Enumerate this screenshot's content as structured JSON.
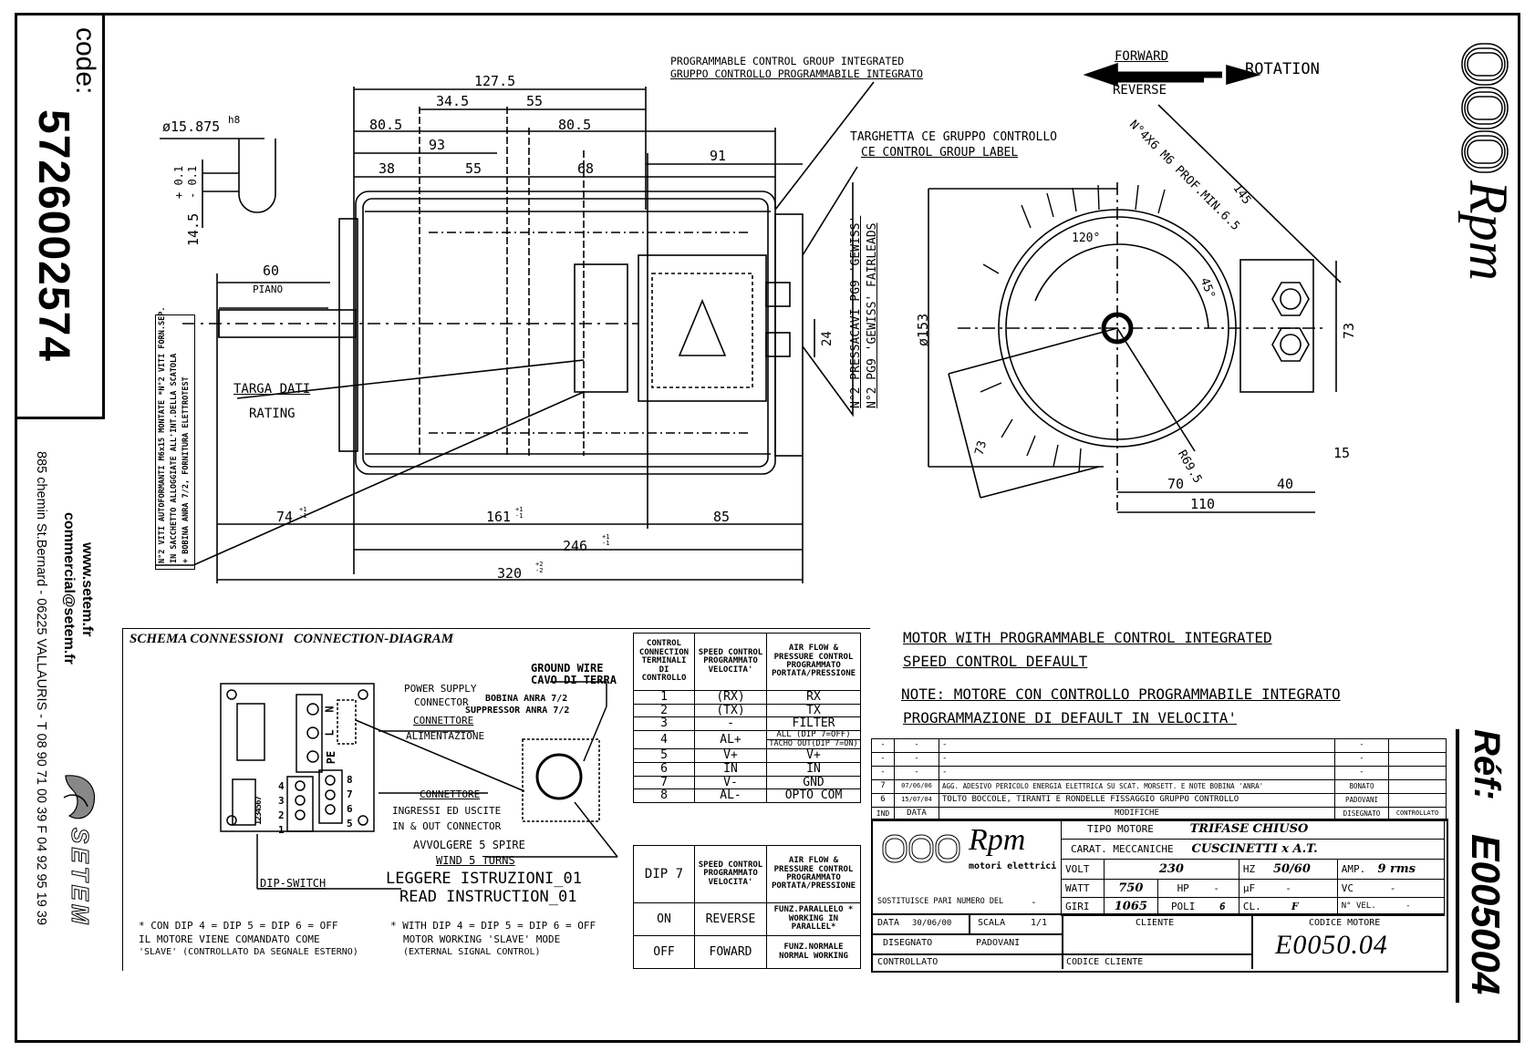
{
  "sidebar": {
    "code_label": "code:",
    "code_value": "5726002574",
    "website": "www.setem.fr",
    "email": "commercial@setem.fr",
    "address": "885 chemin St.Bernard - 06225 VALLAURIS - T 08 90 71 00 39  F 04 92 95 19 39",
    "brand": "SETEM"
  },
  "brand_right": {
    "logo_text": "Rpm",
    "ref_label": "Réf:",
    "ref_value": "E005004"
  },
  "drawing": {
    "shaft": {
      "diameter": "ø15.875",
      "tolerance_class": "h8",
      "tol_plus": "+ 0.1",
      "tol_minus": "- 0.1",
      "height": "14.5"
    },
    "top_dims": [
      "127.5",
      "34.5",
      "55",
      "80.5",
      "80.5",
      "93",
      "38",
      "55",
      "68",
      "91"
    ],
    "flat_len": "60",
    "flat_label": "PIANO",
    "rating_label_it": "TARGA DATI",
    "rating_label_en": "RATING",
    "screws_note": [
      "N°2 VITI AUTOFORMANTI M6x15 MONTATE *N°2 VITI FORN.SEP.",
      "IN SACCHETTO ALLOGGIATE ALL'INT.DELLA SCATOLA",
      "+ BOBINA ANRA 7/2, FORNITURA ELETTROTEST"
    ],
    "bottom_dims": {
      "d74": "74",
      "d74_tol": "+1 -1",
      "d161": "161",
      "d161_tol": "+1 -1",
      "d85": "85",
      "d246": "246",
      "d246_tol": "+1 -1",
      "d320": "320",
      "d320_tol": "+2 -2"
    },
    "control_group_en": "PROGRAMMABLE CONTROL GROUP INTEGRATED",
    "control_group_it": "GRUPPO CONTROLLO PROGRAMMABILE INTEGRATO",
    "ce_label_it": "TARGHETTA CE GRUPPO CONTROLLO",
    "ce_label_en": "CE CONTROL GROUP LABEL",
    "fairleads_it": "N°2 PRESSACAVI PG9 'GEWISS'",
    "fairleads_en": "N°2 PG9 'GEWISS' FAIRLEADS",
    "gland_dim": "24",
    "rotation": {
      "forward": "FORWARD",
      "reverse": "REVERSE",
      "label": "ROTATION"
    },
    "front_view": {
      "holes_note": "N°4X6 M6 PROF.MIN.6.5",
      "d145": "145",
      "angle120": "120°",
      "angle45": "45°",
      "diameter": "ø153",
      "d73a": "73",
      "d73b": "73",
      "radius": "R69.5",
      "d70": "70",
      "d40": "40",
      "d15": "15",
      "d110": "110"
    }
  },
  "connection": {
    "title": "SCHEMA CONNESSIONI   CONNECTION-DIAGRAM",
    "ground_en": "GROUND WIRE",
    "ground_it": "CAVO DI TERRA",
    "power_en1": "POWER SUPPLY",
    "power_en2": "CONNECTOR",
    "power_it1": "CONNETTORE",
    "power_it2": "ALIMENTAZIONE",
    "coil_it": "BOBINA ANRA 7/2",
    "coil_en": "SUPPRESSOR ANRA 7/2",
    "io_it1": "CONNETTORE",
    "io_it2": "INGRESSI ED USCITE",
    "io_en": "IN & OUT CONNECTOR",
    "wind_it": "AVVOLGERE 5 SPIRE",
    "wind_en": "WIND 5 TURNS",
    "read_it": "LEGGERE ISTRUZIONI_01",
    "read_en": "READ INSTRUCTION_01",
    "dip_switch": "DIP-SWITCH",
    "terminals_power": [
      "N",
      "L",
      "PE"
    ],
    "terminals_left": [
      "4",
      "3",
      "2",
      "1"
    ],
    "terminals_right": [
      "8",
      "7",
      "6",
      "5"
    ],
    "dip_numbers": "1234567",
    "note_it": [
      "* CON DIP 4 = DIP 5 = DIP 6 = OFF",
      "IL MOTORE VIENE COMANDATO COME",
      "'SLAVE' (CONTROLLATO DA SEGNALE ESTERNO)"
    ],
    "note_en": [
      "* WITH DIP 4 = DIP 5 = DIP 6 = OFF",
      "MOTOR WORKING 'SLAVE' MODE",
      "(EXTERNAL SIGNAL CONTROL)"
    ]
  },
  "control_table": {
    "headers": [
      "CONTROL CONNECTION TERMINALI DI CONTROLLO",
      "SPEED CONTROL PROGRAMMATO VELOCITA'",
      "AIR FLOW & PRESSURE CONTROL PROGRAMMATO PORTATA/PRESSIONE"
    ],
    "rows": [
      [
        "1",
        "(RX)",
        "RX"
      ],
      [
        "2",
        "(TX)",
        "TX"
      ],
      [
        "3",
        "-",
        "FILTER"
      ],
      [
        "4",
        "AL+",
        "ALL (DIP 7=OFF)"
      ],
      [
        "",
        "",
        "TACHO OUT(DIP 7=ON)"
      ],
      [
        "5",
        "V+",
        "V+"
      ],
      [
        "6",
        "IN",
        "IN"
      ],
      [
        "7",
        "V-",
        "GND"
      ],
      [
        "8",
        "AL-",
        "OPTO COM"
      ]
    ]
  },
  "dip_table": {
    "headers": [
      "DIP 7",
      "SPEED CONTROL PROGRAMMATO VELOCITA'",
      "AIR FLOW & PRESSURE CONTROL PROGRAMMATO PORTATA/PRESSIONE"
    ],
    "rows": [
      [
        "ON",
        "REVERSE",
        "FUNZ.PARALLELO * WORKING IN PARALLEL*"
      ],
      [
        "OFF",
        "FOWARD",
        "FUNZ.NORMALE NORMAL WORKING"
      ]
    ]
  },
  "notes": {
    "line1": "MOTOR WITH PROGRAMMABLE CONTROL INTEGRATED",
    "line2": "SPEED CONTROL DEFAULT",
    "line3": "NOTE: MOTORE CON CONTROLLO PROGRAMMABILE INTEGRATO",
    "line4": "PROGRAMMAZIONE DI DEFAULT IN VELOCITA'"
  },
  "modifications": {
    "rows": [
      [
        "-",
        "-",
        "-",
        "-",
        ""
      ],
      [
        "-",
        "-",
        "-",
        "-",
        ""
      ],
      [
        "-",
        "-",
        "-",
        "-",
        ""
      ],
      [
        "7",
        "07/06/06",
        "AGG. ADESIVO PERICOLO ENERGIA ELETTRICA SU SCAT. MORSETT. E NOTE BOBINA 'ANRA'",
        "BONATO",
        ""
      ],
      [
        "6",
        "15/07/04",
        "TOLTO BOCCOLE, TIRANTI E RONDELLE FISSAGGIO GRUPPO CONTROLLO",
        "PADOVANI",
        ""
      ]
    ],
    "headers": [
      "IND",
      "DATA",
      "MODIFICHE",
      "DISEGNATO",
      "CONTROLLATO"
    ]
  },
  "title_block": {
    "logo_text": "Rpm",
    "logo_sub": "motori elettrici",
    "tipo_motore_label": "TIPO MOTORE",
    "tipo_motore": "TRIFASE CHIUSO",
    "carat_label": "CARAT. MECCANICHE",
    "carat": "CUSCINETTI x A.T.",
    "volt_label": "VOLT",
    "volt": "230",
    "hz_label": "HZ",
    "hz": "50/60",
    "amp_label": "AMP.",
    "amp": "9 rms",
    "watt_label": "WATT",
    "watt": "750",
    "hp_label": "HP",
    "hp": "-",
    "uf_label": "µF",
    "uf": "-",
    "vc_label": "VC",
    "vc": "-",
    "sostituisce_label": "SOSTITUISCE PARI NUMERO DEL",
    "sostituisce": "-",
    "giri_label": "GIRI",
    "giri": "1065",
    "poli_label": "POLI",
    "poli": "6",
    "cl_label": "CL.",
    "cl": "F",
    "nvel_label": "N° VEL.",
    "nvel": "-",
    "data_label": "DATA",
    "data": "30/06/00",
    "scala_label": "SCALA",
    "scala": "1/1",
    "cliente_label": "CLIENTE",
    "codice_motore_label": "CODICE MOTORE",
    "codice_motore": "E0050.04",
    "disegnato_label": "DISEGNATO",
    "disegnato": "PADOVANI",
    "controllato_label": "CONTROLLATO",
    "codice_cliente_label": "CODICE CLIENTE"
  }
}
